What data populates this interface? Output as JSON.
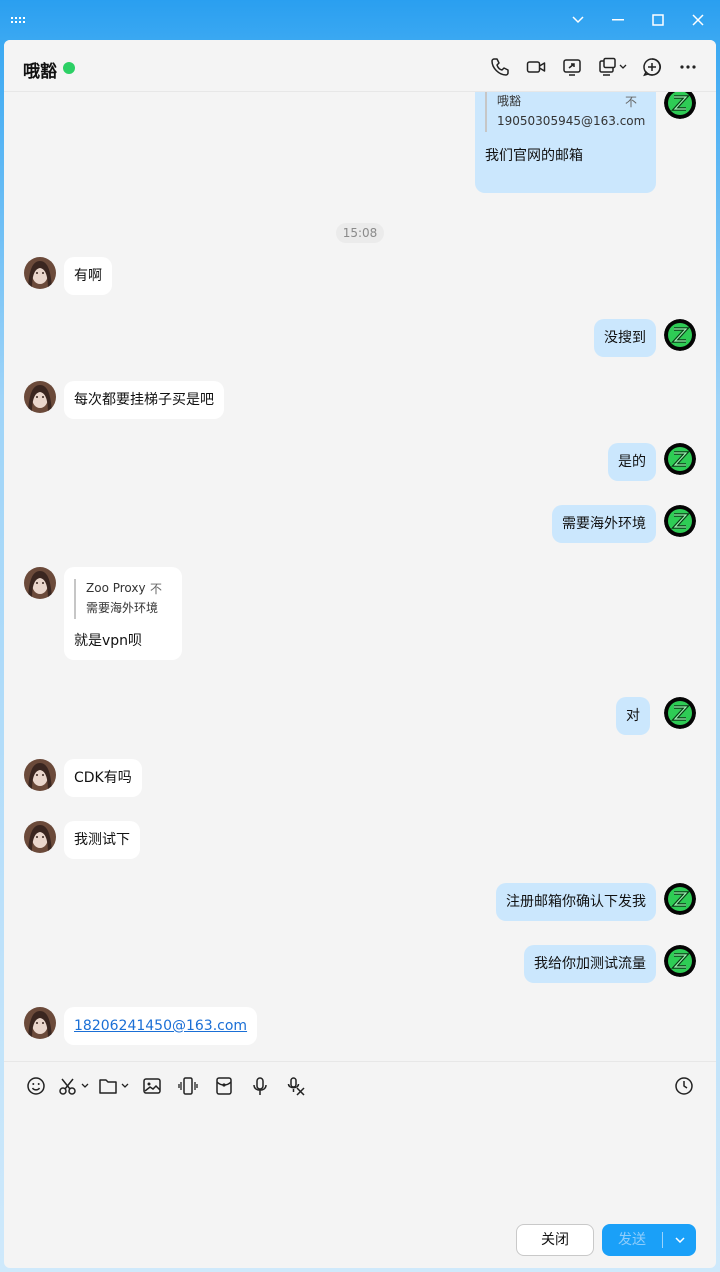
{
  "window": {
    "controls": [
      "chevron-down",
      "minimize",
      "maximize",
      "close"
    ]
  },
  "header": {
    "name": "哦豁",
    "status": "online",
    "icons": [
      "phone-icon",
      "video-call-icon",
      "screen-share-icon",
      "remote-desktop-icon",
      "add-member-icon",
      "more-icon"
    ]
  },
  "messages": [
    {
      "side": "right",
      "quote": {
        "name": "哦豁",
        "text": "19050305945@163.com"
      },
      "text": "我们官网的邮箱"
    },
    {
      "type": "time",
      "text": "15:08"
    },
    {
      "side": "left",
      "text": "有啊"
    },
    {
      "side": "right",
      "text": "没搜到"
    },
    {
      "side": "left",
      "text": "每次都要挂梯子买是吧"
    },
    {
      "side": "right",
      "text": "是的"
    },
    {
      "side": "right",
      "text": "需要海外环境"
    },
    {
      "side": "left",
      "quote": {
        "name": "Zoo Proxy",
        "text": "需要海外环境"
      },
      "text": "就是vpn呗"
    },
    {
      "side": "right",
      "text": "对"
    },
    {
      "side": "left",
      "text": "CDK有吗"
    },
    {
      "side": "left",
      "text": "我测试下"
    },
    {
      "side": "right",
      "text": "注册邮箱你确认下发我"
    },
    {
      "side": "right",
      "text": "我给你加测试流量"
    },
    {
      "side": "left",
      "text": "18206241450@163.com",
      "link": true
    }
  ],
  "quote_pin_glyph": "不",
  "toolbar": {
    "icons": [
      "emoji-icon",
      "screenshot-icon",
      "folder-icon",
      "image-icon",
      "vibrate-icon",
      "red-packet-icon",
      "voice-icon",
      "speech-to-text-icon",
      "history-icon"
    ]
  },
  "footer": {
    "close_label": "关闭",
    "send_label": "发送"
  },
  "colors": {
    "accent": "#1aa0f8",
    "online": "#2cd065",
    "bubble_self": "#cbe7fd",
    "bubble_other": "#ffffff"
  }
}
